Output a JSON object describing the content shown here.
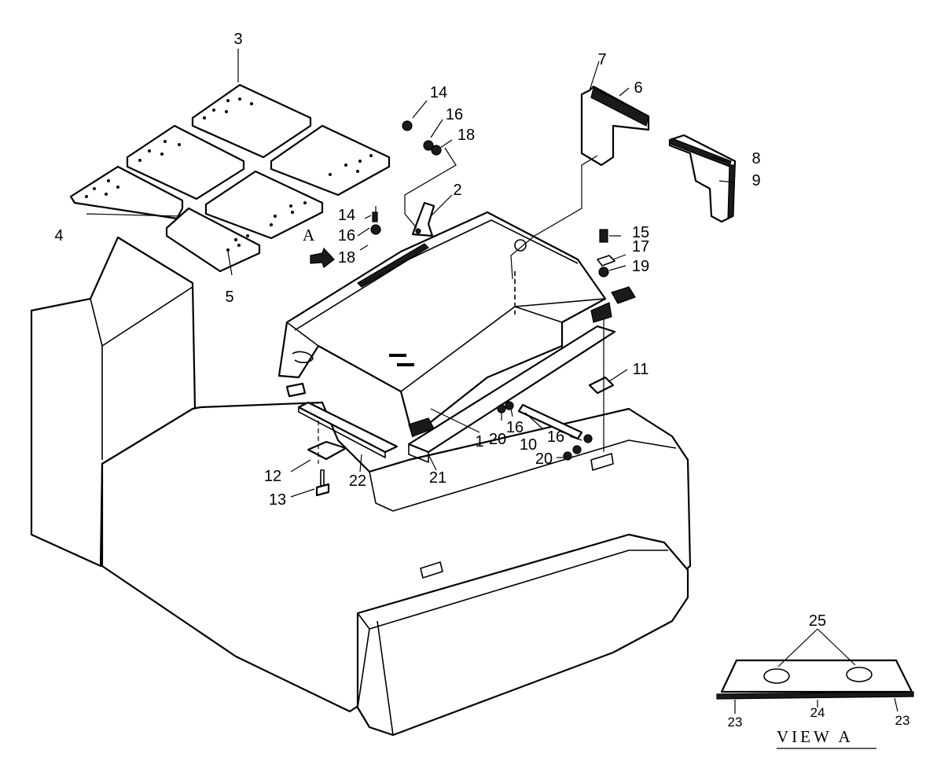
{
  "labels": {
    "p1": "1",
    "p2": "2",
    "p3": "3",
    "p4": "4",
    "p5": "5",
    "p6": "6",
    "p7": "7",
    "p8": "8",
    "p9": "9",
    "p10": "10",
    "p11": "11",
    "p12": "12",
    "p13": "13",
    "p14a": "14",
    "p14b": "14",
    "p15": "15",
    "p16a": "16",
    "p16b": "16",
    "p16c": "16",
    "p16d": "16",
    "p17": "17",
    "p18a": "18",
    "p18b": "18",
    "p19": "19",
    "p20a": "20",
    "p20b": "20",
    "p21": "21",
    "p22": "22",
    "p23a": "23",
    "p23b": "23",
    "p24": "24",
    "p25": "25",
    "view_arrow_letter": "A",
    "view_title": "VIEW A"
  }
}
